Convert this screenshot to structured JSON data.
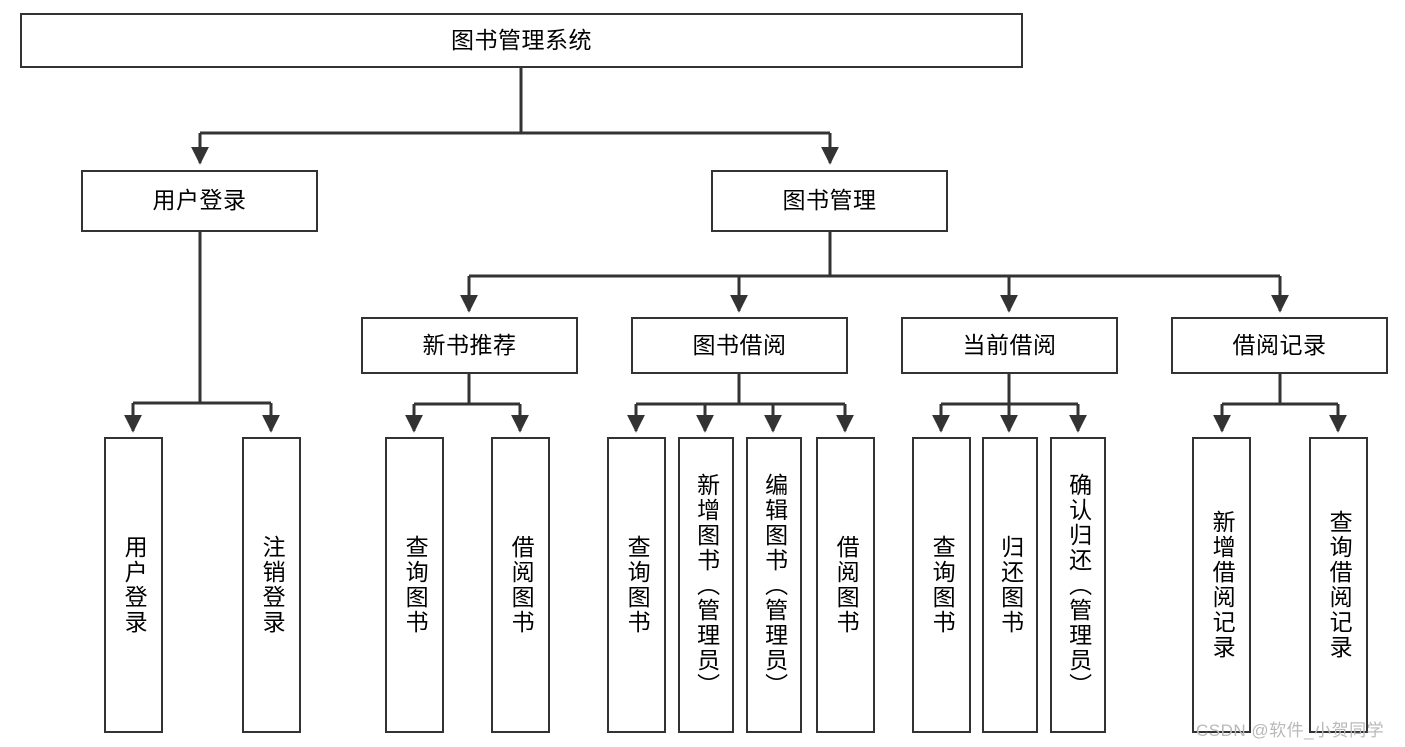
{
  "diagram": {
    "type": "tree",
    "title": "图书管理系统",
    "orientation": "top-down",
    "colors": {
      "box_border": "#333333",
      "box_fill": "#ffffff",
      "connector": "#333333",
      "text": "#000000",
      "watermark": "#b9b9b9"
    },
    "root": {
      "id": "root",
      "label": "图书管理系统",
      "text_direction": "horizontal"
    },
    "level2": [
      {
        "id": "user-login",
        "label": "用户登录",
        "text_direction": "horizontal"
      },
      {
        "id": "book-management",
        "label": "图书管理",
        "text_direction": "horizontal"
      }
    ],
    "level3": [
      {
        "id": "new-book-recommend",
        "label": "新书推荐",
        "text_direction": "horizontal",
        "parent": "book-management"
      },
      {
        "id": "book-borrow",
        "label": "图书借阅",
        "text_direction": "horizontal",
        "parent": "book-management"
      },
      {
        "id": "current-borrow",
        "label": "当前借阅",
        "text_direction": "horizontal",
        "parent": "book-management"
      },
      {
        "id": "borrow-record",
        "label": "借阅记录",
        "text_direction": "horizontal",
        "parent": "book-management"
      }
    ],
    "leaves": [
      {
        "id": "leaf-user-login",
        "label": "用户登录",
        "text_direction": "vertical",
        "parent": "user-login"
      },
      {
        "id": "leaf-logout-login",
        "label": "注销登录",
        "text_direction": "vertical",
        "parent": "user-login"
      },
      {
        "id": "leaf-query-book-1",
        "label": "查询图书",
        "text_direction": "vertical",
        "parent": "new-book-recommend"
      },
      {
        "id": "leaf-borrow-book-1",
        "label": "借阅图书",
        "text_direction": "vertical",
        "parent": "new-book-recommend"
      },
      {
        "id": "leaf-query-book-2",
        "label": "查询图书",
        "text_direction": "vertical",
        "parent": "book-borrow"
      },
      {
        "id": "leaf-add-book-admin",
        "label": "新增图书（管理员）",
        "text_direction": "vertical",
        "parent": "book-borrow"
      },
      {
        "id": "leaf-edit-book-admin",
        "label": "编辑图书（管理员）",
        "text_direction": "vertical",
        "parent": "book-borrow"
      },
      {
        "id": "leaf-borrow-book-2",
        "label": "借阅图书",
        "text_direction": "vertical",
        "parent": "book-borrow"
      },
      {
        "id": "leaf-query-book-3",
        "label": "查询图书",
        "text_direction": "vertical",
        "parent": "current-borrow"
      },
      {
        "id": "leaf-return-book",
        "label": "归还图书",
        "text_direction": "vertical",
        "parent": "current-borrow"
      },
      {
        "id": "leaf-confirm-return-admin",
        "label": "确认归还（管理员）",
        "text_direction": "vertical",
        "parent": "current-borrow"
      },
      {
        "id": "leaf-add-borrow-record",
        "label": "新增借阅记录",
        "text_direction": "vertical",
        "parent": "borrow-record"
      },
      {
        "id": "leaf-query-borrow-record",
        "label": "查询借阅记录",
        "text_direction": "vertical",
        "parent": "borrow-record"
      }
    ]
  },
  "watermark": {
    "text": "CSDN @软件_小贺同学"
  }
}
